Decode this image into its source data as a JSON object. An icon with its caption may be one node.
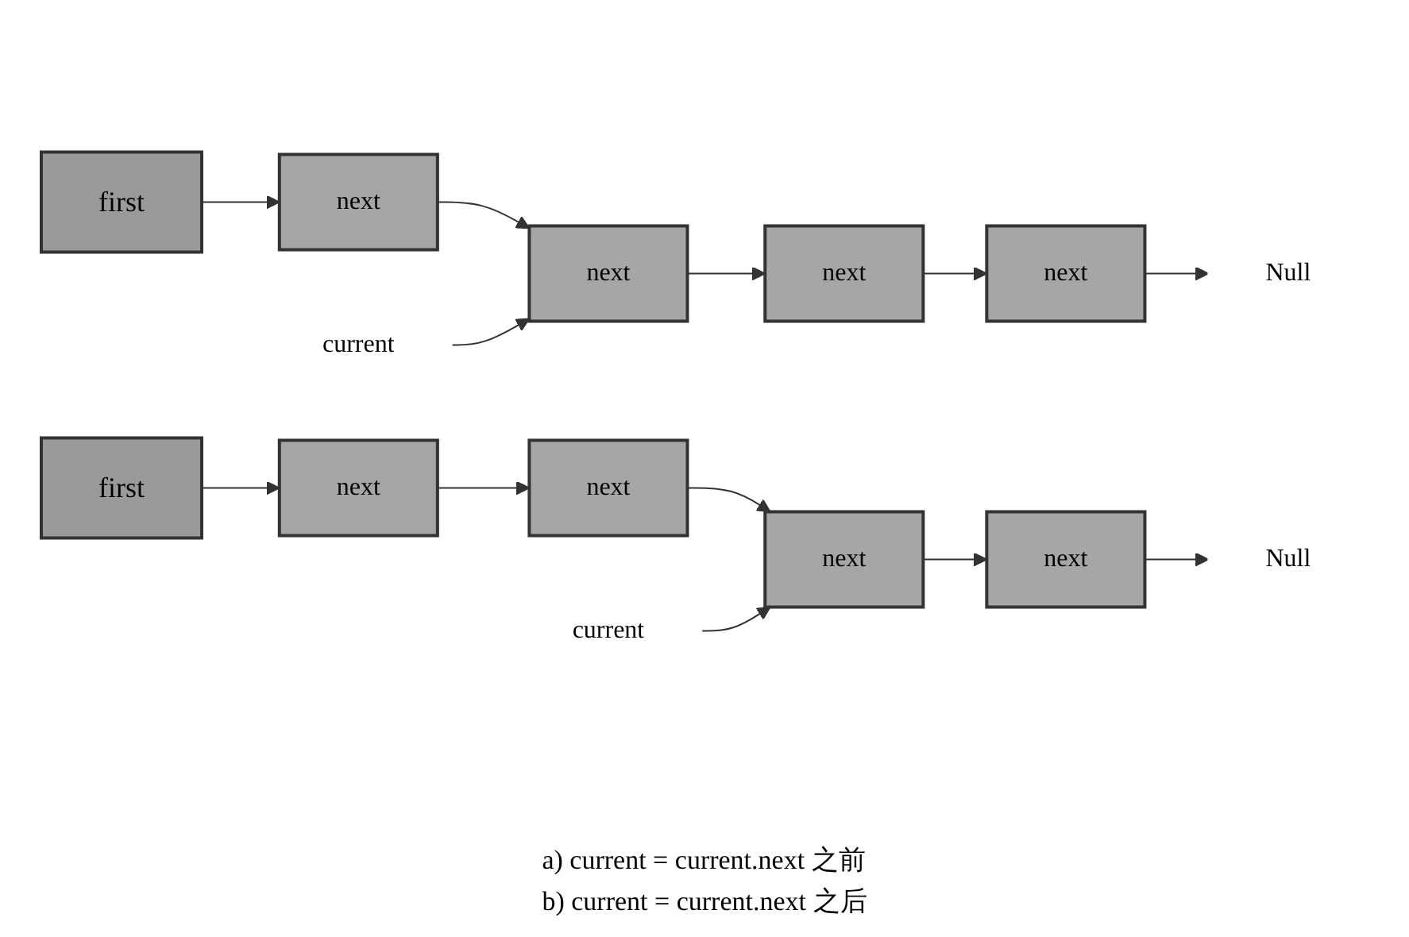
{
  "diagram": {
    "nodes": [
      {
        "text": [
          "first"
        ]
      },
      {
        "text": [
          "next"
        ]
      },
      {
        "text": [
          "next"
        ]
      },
      {
        "text": [
          "next"
        ]
      },
      {
        "text": [
          "next"
        ]
      },
      {
        "text": [
          "Null"
        ]
      },
      {
        "text": [
          "current"
        ]
      },
      {
        "text": [
          "first"
        ]
      },
      {
        "text": [
          "next"
        ]
      },
      {
        "text": [
          "next"
        ]
      },
      {
        "text": [
          "next"
        ]
      },
      {
        "text": [
          "next"
        ]
      },
      {
        "text": [
          "Null"
        ]
      },
      {
        "text": [
          "current"
        ]
      }
    ],
    "edges": [
      {
        "from": 0,
        "to": 1,
        "arrow": "to"
      },
      {
        "from": 1,
        "to": 2,
        "arrow": "to"
      },
      {
        "from": 2,
        "to": 3,
        "arrow": "to"
      },
      {
        "from": 3,
        "to": 4,
        "arrow": "to"
      },
      {
        "from": 4,
        "to": 5,
        "arrow": "to"
      },
      {
        "from": 6,
        "to": 2,
        "arrow": "to"
      },
      {
        "from": 7,
        "to": 8,
        "arrow": "to"
      },
      {
        "from": 8,
        "to": 9,
        "arrow": "to"
      },
      {
        "from": 9,
        "to": 10,
        "arrow": "to"
      },
      {
        "from": 10,
        "to": 11,
        "arrow": "to"
      },
      {
        "from": 11,
        "to": 12,
        "arrow": "to"
      },
      {
        "from": 13,
        "to": 10,
        "arrow": "to"
      }
    ],
    "labels": [
      "a) current = current.next 之前",
      "b) current = current.next 之后"
    ]
  }
}
